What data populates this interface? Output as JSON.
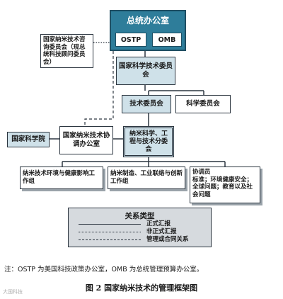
{
  "diagram": {
    "exec_office": {
      "title": "总统办公室",
      "ostp": "OSTP",
      "omb": "OMB"
    },
    "pcast": "国家纳米技术咨询委员会（现总统科技顾问委员会）",
    "nstc": "国家科学技术委员会",
    "committee_tech": "技术委员会",
    "committee_science": "科学委员会",
    "national_academy": "国家科学院",
    "nnco": "国家纳米技术协调办公室",
    "nset": "纳米科学、工程与技术分委会",
    "nehi": "纳米技术环境与健康影响工作组",
    "nilI": "纳米制造、工业联络与创新工作组",
    "coordinator": {
      "title": "协调员",
      "text": "标准；环境健康安全；全球问题；教育以及社会问题"
    }
  },
  "legend": {
    "title": "关系类型",
    "items": [
      {
        "label": "正式汇报",
        "style": "solid"
      },
      {
        "label": "非正式汇报",
        "style": "dotted"
      },
      {
        "label": "管理或合同关系",
        "style": "dashed"
      }
    ]
  },
  "note": "注：OSTP 为美国科技政策办公室，OMB 为总统管理预算办公室。",
  "caption": "图 2   国家纳米技术的管理框架图",
  "watermark": "大国科技"
}
